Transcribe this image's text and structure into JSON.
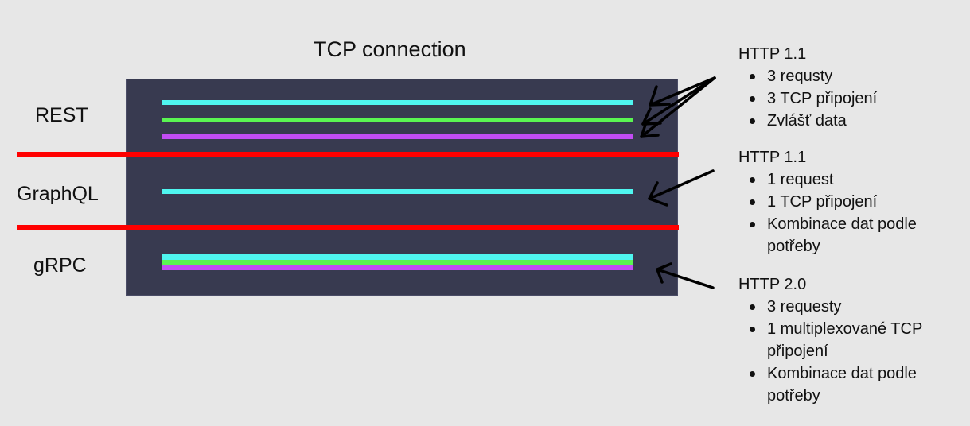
{
  "title": "TCP connection",
  "rows": [
    {
      "label": "REST"
    },
    {
      "label": "GraphQL"
    },
    {
      "label": "gRPC"
    }
  ],
  "colors": {
    "background": "#e7e7e7",
    "box": "#383a50",
    "divider": "#ff0000",
    "stream_cyan": "#4ff6f0",
    "stream_green": "#5af552",
    "stream_purple": "#c24cf4",
    "arrow": "#000000"
  },
  "notes": [
    {
      "header": "HTTP 1.1",
      "items": [
        "3 requsty",
        "3 TCP připojení",
        "Zvlášť data"
      ]
    },
    {
      "header": "HTTP 1.1",
      "items": [
        "1 request",
        "1 TCP připojení",
        "Kombinace dat podle potřeby"
      ]
    },
    {
      "header": "HTTP 2.0",
      "items": [
        "3 requesty",
        "1 multiplexované TCP připojení",
        "Kombinace dat podle potřeby"
      ]
    }
  ]
}
